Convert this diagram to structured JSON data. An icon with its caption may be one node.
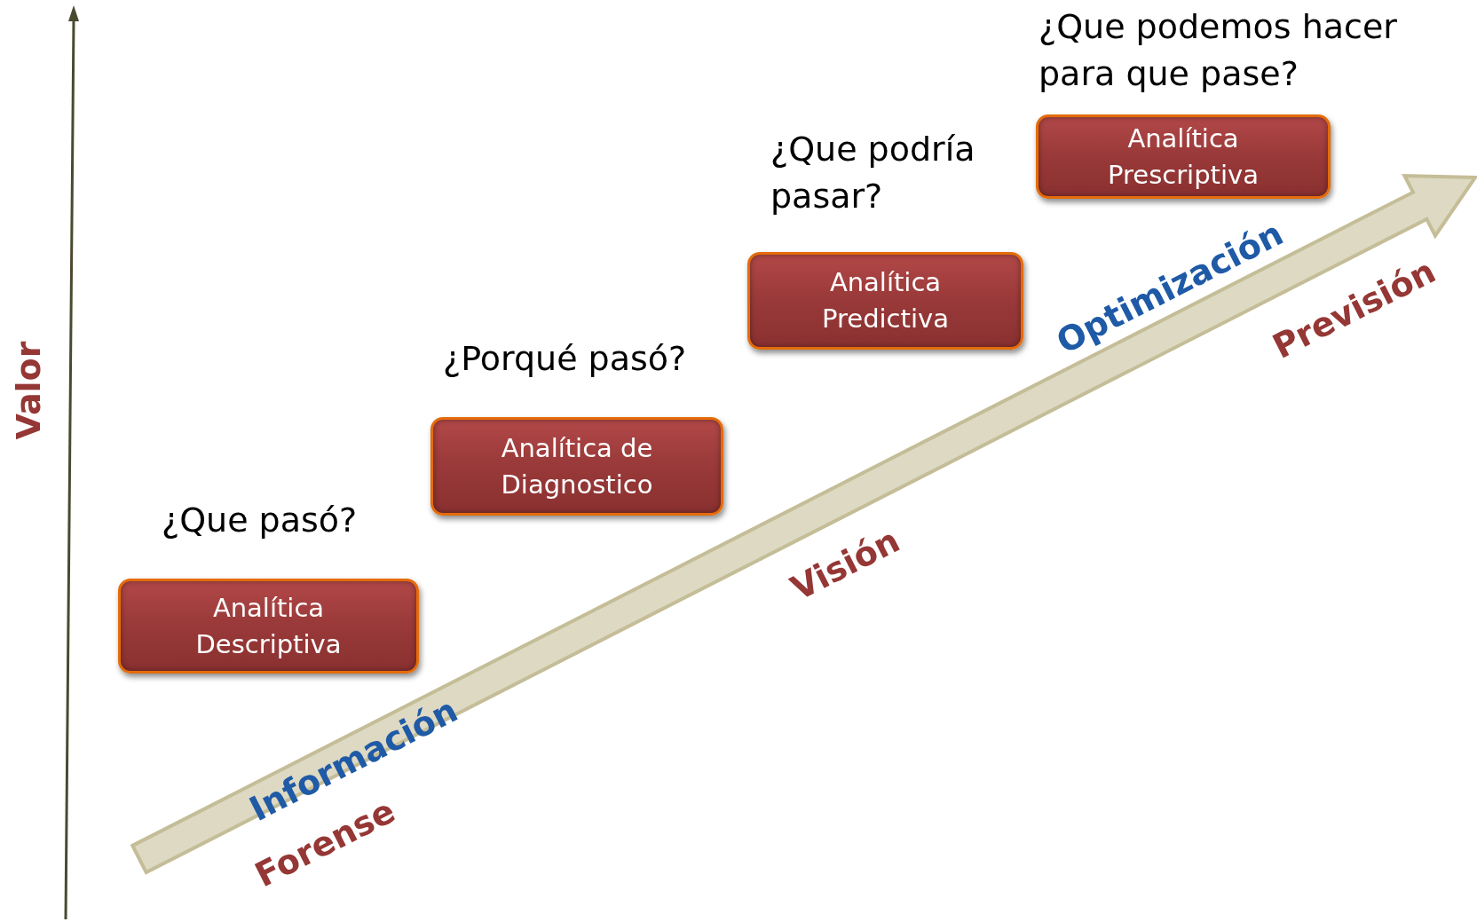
{
  "diagram": {
    "nodes": [
      {
        "text": [
          "Analítica Descriptiva"
        ],
        "beside": [
          "¿Que pasó?"
        ]
      },
      {
        "text": [
          "Analítica de Diagnostico"
        ],
        "beside": [
          "¿Porqué pasó?"
        ]
      },
      {
        "text": [
          "Analítica Predictiva"
        ],
        "beside": [
          "¿Que podría pasar?"
        ]
      },
      {
        "text": [
          "Analítica Prescriptiva"
        ],
        "beside": [
          "¿Que podemos hacer para que pase?"
        ]
      }
    ],
    "edges": [],
    "labels": [
      "Valor",
      "Optimización",
      "Previsión",
      "Visión",
      "Información",
      "Forense"
    ]
  }
}
